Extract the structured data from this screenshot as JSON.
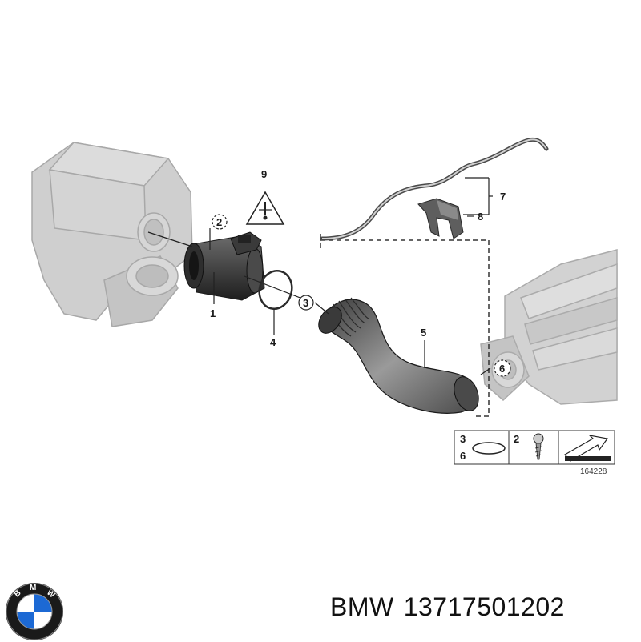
{
  "diagram": {
    "callouts": [
      "1",
      "2",
      "3",
      "4",
      "5",
      "6",
      "7",
      "8",
      "9"
    ],
    "legend": {
      "row1": "3",
      "row2": "6",
      "screw_ref": "2"
    },
    "drawing_number": "164228"
  },
  "caption": {
    "brand": "BMW",
    "part_number": "13717501202"
  },
  "logo": {
    "letters": [
      "B",
      "M",
      "W"
    ]
  },
  "colors": {
    "part_gray": "#c9c9c9",
    "dark_part": "#5a5a5a",
    "line": "#333333",
    "bmw_blue": "#1c69d4"
  }
}
